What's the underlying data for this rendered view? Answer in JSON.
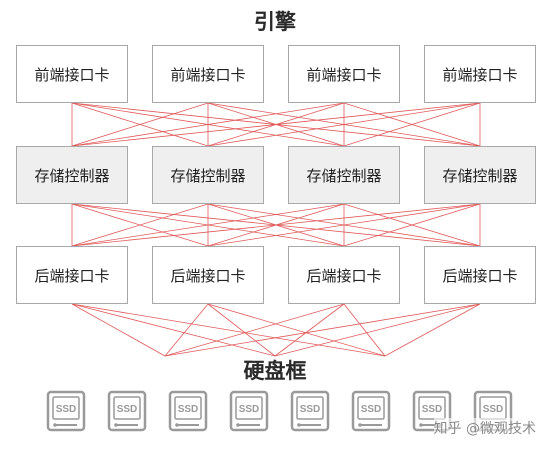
{
  "engine": {
    "title": "引擎"
  },
  "front_cards": [
    "前端接口卡",
    "前端接口卡",
    "前端接口卡",
    "前端接口卡"
  ],
  "controllers": [
    "存储控制器",
    "存储控制器",
    "存储控制器",
    "存储控制器"
  ],
  "back_cards": [
    "后端接口卡",
    "后端接口卡",
    "后端接口卡",
    "后端接口卡"
  ],
  "enclosure": {
    "title": "硬盘框",
    "drives": [
      "SSD",
      "SSD",
      "SSD",
      "SSD",
      "SSD",
      "SSD",
      "SSD",
      "SSD"
    ]
  },
  "watermark": "知乎 @微观技术",
  "colors": {
    "link": "#e05a5a",
    "box_border": "#a8a8a8",
    "controller_fill": "#efefef",
    "drive": "#9a9a9a"
  }
}
